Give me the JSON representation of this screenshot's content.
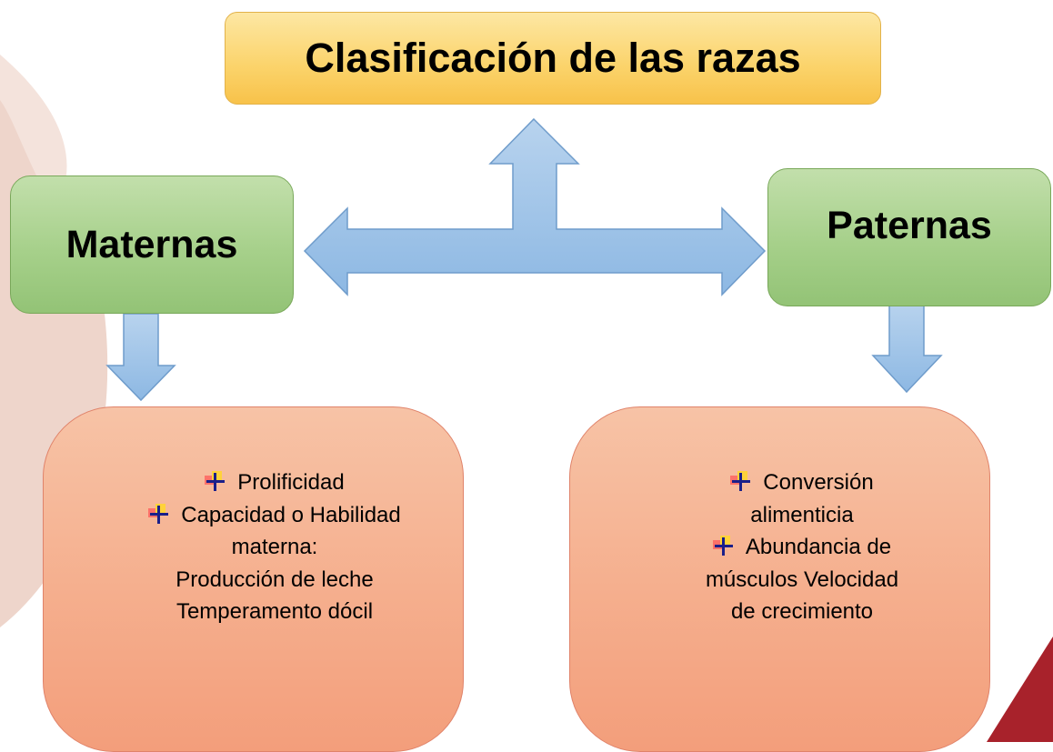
{
  "diagram": {
    "title": "Clasificación de las razas",
    "maternas": {
      "label": "Maternas",
      "items": [
        {
          "text": "Prolificidad"
        },
        {
          "text": "Capacidad o Habilidad",
          "continuation": [
            "materna:",
            "Producción de leche",
            "Temperamento dócil"
          ]
        }
      ]
    },
    "paternas": {
      "label": "Paternas",
      "items": [
        {
          "text": "Conversión",
          "continuation": [
            "alimenticia"
          ]
        },
        {
          "text": "Abundancia de",
          "continuation": [
            "músculos Velocidad",
            "de crecimiento"
          ]
        }
      ]
    },
    "icons": {
      "bullet": "red-yellow-cross-bullet-icon",
      "connector": "three-way-arrow",
      "down_arrows": "down-arrow"
    },
    "colors": {
      "title_fill": "#fbd36a",
      "category_fill": "#a6d08a",
      "detail_fill": "#f5ae8d",
      "arrow_fill": "#9ec3e6",
      "arrow_stroke": "#6f9ccb",
      "background_arc": "#eed5cb",
      "corner_accent": "#a8222b"
    }
  }
}
